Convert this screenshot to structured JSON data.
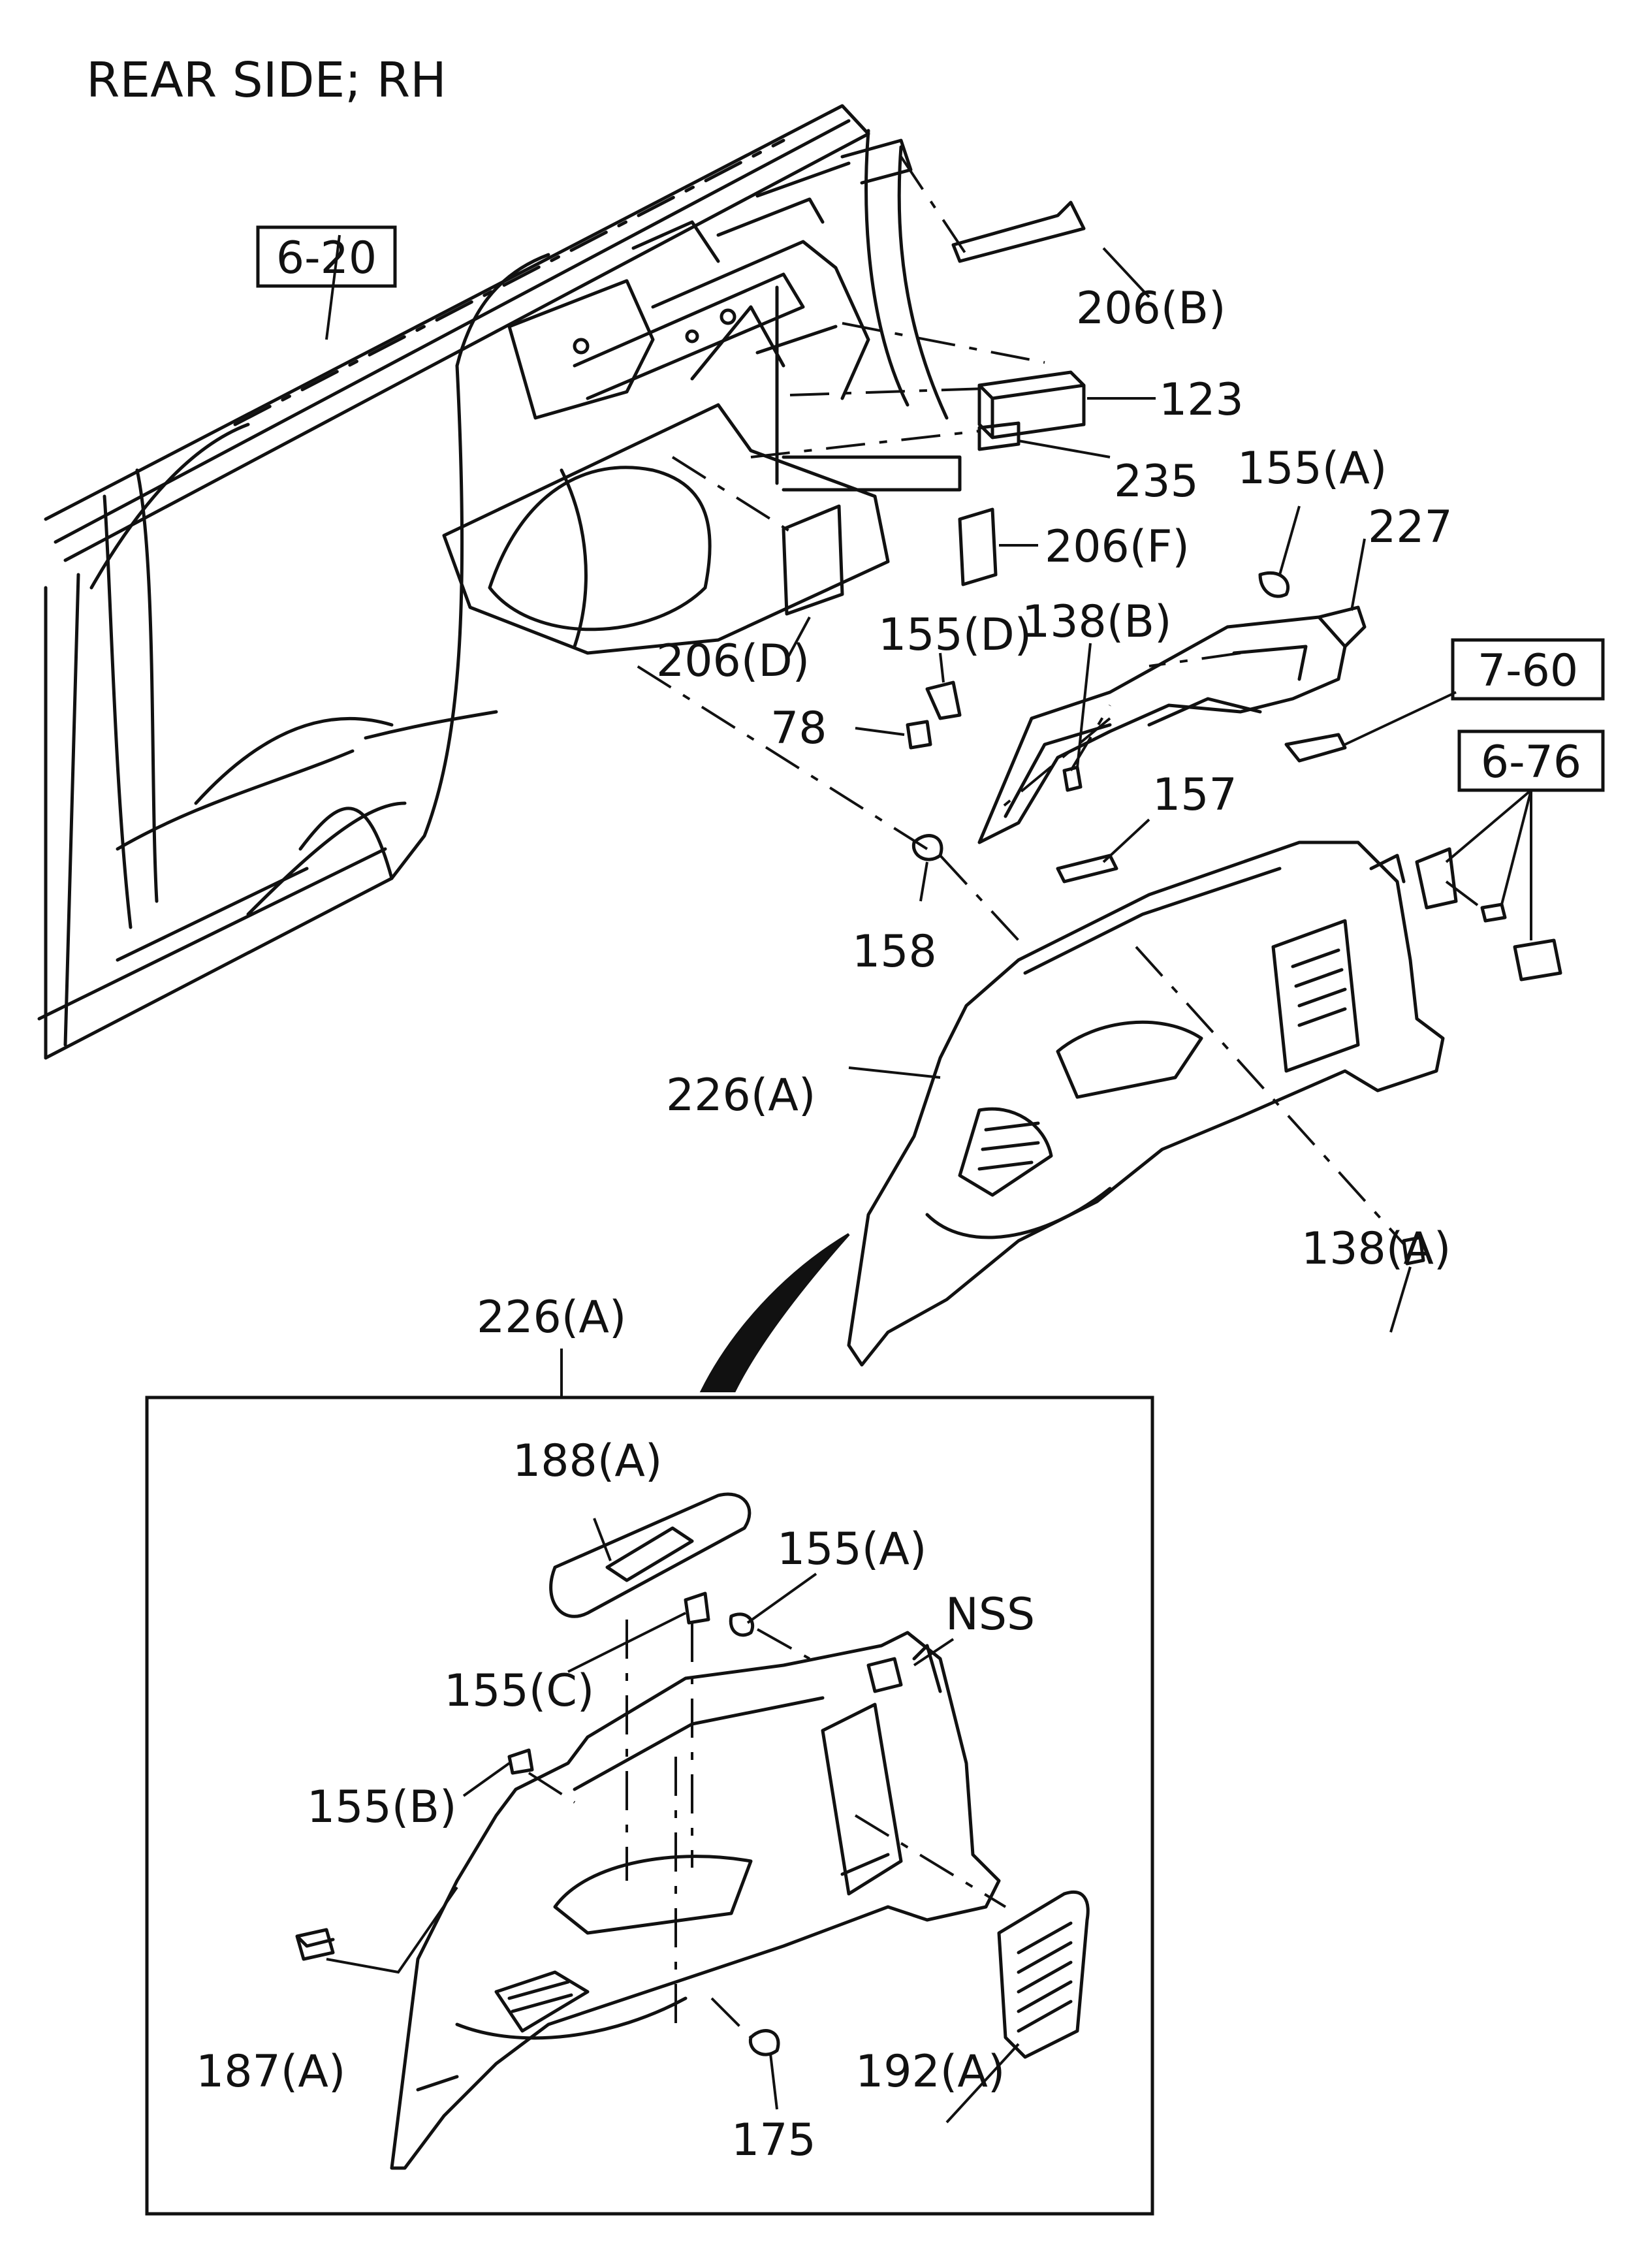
{
  "title": "REAR SIDE; RH",
  "colors": {
    "ink": "#111111",
    "background": "#ffffff"
  },
  "references": [
    "6-20",
    "7-60",
    "6-76"
  ],
  "callouts": {
    "c206B": "206(B)",
    "c123": "123",
    "c235": "235",
    "c155A_top": "155(A)",
    "c227": "227",
    "c206F": "206(F)",
    "c206D": "206(D)",
    "c155D": "155(D)",
    "c138B": "138(B)",
    "c78": "78",
    "c157": "157",
    "c158": "158",
    "c226A_main": "226(A)",
    "c138A": "138(A)",
    "c226A_detail": "226(A)",
    "c188A": "188(A)",
    "c155A_detail": "155(A)",
    "cNSS": "NSS",
    "c155C": "155(C)",
    "c155B": "155(B)",
    "c187A": "187(A)",
    "c175": "175",
    "c192A": "192(A)"
  }
}
